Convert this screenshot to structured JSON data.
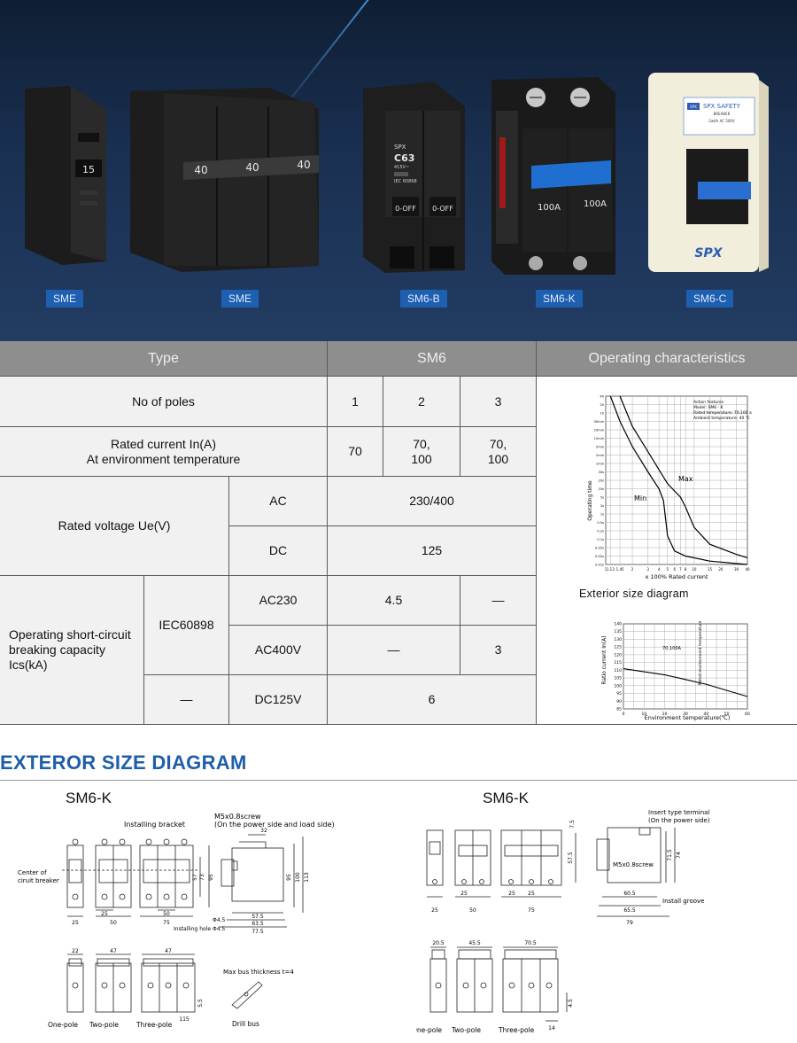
{
  "products": [
    {
      "tag": "SME"
    },
    {
      "tag": "SME"
    },
    {
      "tag": "SM6-B"
    },
    {
      "tag": "SM6-K"
    },
    {
      "tag": "SM6-C"
    }
  ],
  "product_print": {
    "sme1_rating": "15",
    "sme3_rating": "40",
    "sm6b_model": "C63",
    "sm6b_voltage": "415V~",
    "sm6b_std": "IEC 60898",
    "sm6b_off": "0-OFF",
    "sm6k_rating": "100A",
    "sm6c_brand": "SPX SAFETY",
    "sm6c_sub": "BREAKER",
    "sm6c_rating": "2with AC 500V",
    "sm6c_logo": "SPX",
    "sm6c_badge": "SPX"
  },
  "table": {
    "header_type": "Type",
    "header_sm6": "SM6",
    "header_operating": "Operating characteristics",
    "rows": {
      "poles_label": "No of poles",
      "poles": [
        "1",
        "2",
        "3"
      ],
      "rated_current_label": "Rated current In(A)",
      "rated_current_sub": "At environment temperature",
      "rated_current": [
        "70",
        "70,\n100",
        "70,\n100"
      ],
      "rated_voltage_label": "Rated voltage Ue(V)",
      "ac_label": "AC",
      "ac_value": "230/400",
      "dc_label": "DC",
      "dc_value": "125",
      "capacity_label": "Operating short-circuit breaking capacity Ics(kA)",
      "iec_label": "IEC60898",
      "ac230_label": "AC230",
      "ac230_value": "4.5",
      "ac230_dash": "—",
      "ac400_label": "AC400V",
      "ac400_dash": "—",
      "ac400_value": "3",
      "dc_std_dash": "—",
      "dc125_label": "DC125V",
      "dc125_value": "6"
    }
  },
  "chart_data": [
    {
      "type": "line",
      "title": "",
      "xlabel": "x 100% Rated current",
      "ylabel": "Operating time",
      "x_ticks": [
        "1",
        "1.13",
        "1.45",
        "2",
        "3",
        "4",
        "5",
        "6",
        "7",
        "8",
        "10",
        "15",
        "20",
        "30",
        "40"
      ],
      "y_ticks": [
        "4h",
        "2h",
        "1h",
        "30min",
        "20min",
        "10min",
        "5min",
        "2min",
        "1min",
        "30s",
        "20s",
        "10s",
        "5s",
        "2s",
        "1s",
        "0.5s",
        "0.2s",
        "0.1s",
        "0.05s",
        "0.02s",
        "0.01s"
      ],
      "annotation_lines": [
        "Action features",
        "Model: SM6 - K",
        "Rated temperature: 70,100 a",
        "Ambient temperature: 40 ℃"
      ],
      "series": [
        {
          "name": "Min",
          "x": [
            1.13,
            1.45,
            2,
            3,
            4,
            4.5,
            5,
            6,
            8,
            15,
            40
          ],
          "y_label_units": "relative"
        },
        {
          "name": "Max",
          "x": [
            1.45,
            2,
            3,
            5,
            7,
            8,
            10,
            15,
            30,
            40
          ],
          "y_label_units": "relative"
        }
      ]
    },
    {
      "type": "line",
      "title": "Exterior size diagram",
      "xlabel": "Environment temperature(℃)",
      "ylabel": "Ratio current In(A)",
      "x": [
        0,
        10,
        20,
        30,
        40,
        50,
        60
      ],
      "xlim": [
        0,
        60
      ],
      "ylim": [
        85,
        140
      ],
      "y_ticks": [
        "140",
        "135",
        "130",
        "125",
        "120",
        "115",
        "110",
        "105",
        "100",
        "95",
        "90",
        "85"
      ],
      "series": [
        {
          "name": "70,100A",
          "x": [
            0,
            10,
            20,
            30,
            40,
            50,
            60
          ],
          "values": [
            111,
            109,
            107,
            104,
            101,
            97,
            93
          ]
        }
      ],
      "vertical_label": "Rated environment temperature"
    }
  ],
  "exterior": {
    "title": "EXTEROR SIZE DIAGRAM",
    "left_title": "SM6-K",
    "right_title": "SM6-K",
    "left_labels": {
      "installing_bracket": "Installing bracket",
      "screw": "M5x0.8screw",
      "screw_note": "(On the power side and load side)",
      "center": "Center of",
      "center2": "ciruit breaker",
      "installing_hole": "Installing hole Φ4.5",
      "phi": "Φ4.5",
      "max_bus": "Max bus thickness t=4",
      "drill_bus": "Drill bus",
      "one_pole": "One-pole",
      "two_pole": "Two-pole",
      "three_pole": "Three-pole"
    },
    "left_dims": {
      "d25a": "25",
      "d25b": "25",
      "d50a": "50",
      "d50b": "50",
      "d75": "75",
      "d57": "57",
      "d73": "73",
      "d95a": "95",
      "d95b": "95",
      "d100": "100",
      "d113": "113",
      "d32": "32",
      "d575": "57.5",
      "d635": "63.5",
      "d775": "77.5",
      "d22": "22",
      "d47a": "47",
      "d47b": "47",
      "d115": "115",
      "d55": "5.5"
    },
    "right_labels": {
      "insert": "Insert type terminal",
      "insert2": "(On the power side)",
      "screw": "M5x0.8screw",
      "groove": "Install groove",
      "one_pole": "One-pole",
      "two_pole": "Two-pole",
      "three_pole": "Three-pole"
    },
    "right_dims": {
      "d25a": "25",
      "d50": "50",
      "d75": "75",
      "d25b": "25",
      "d25c": "25",
      "d25d": "25",
      "d575": "57.5",
      "d715": "71.5",
      "d74": "74",
      "d605": "60.5",
      "d655": "65.5",
      "d79": "79",
      "d75v": "7.5",
      "d205": "20.5",
      "d455": "45.5",
      "d705": "70.5",
      "d45": "4.5",
      "d14": "14"
    }
  },
  "colors": {
    "banner": "#1a3052",
    "tag": "#1f5fb0",
    "header_gray": "#8e8e8e",
    "cell_gray": "#f1f1f1",
    "section_blue": "#1f5ea8"
  }
}
